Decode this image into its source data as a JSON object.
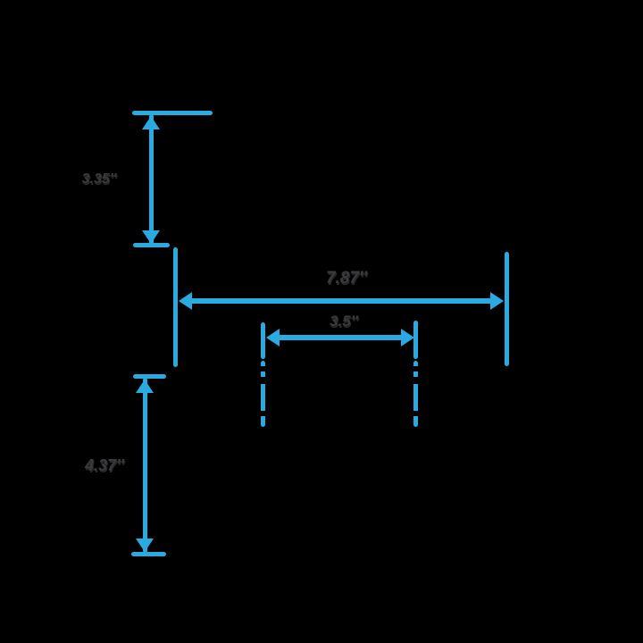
{
  "diagram": {
    "colors": {
      "background": "#000000",
      "line": "#29ABE2",
      "label": "#3B3B3D"
    },
    "dimensions": {
      "upper_left_height": {
        "label": "3.35″"
      },
      "overall_width": {
        "label": "7.87″"
      },
      "inner_width": {
        "label": "3.5″"
      },
      "lower_left_height": {
        "label": "4.37″"
      }
    }
  }
}
